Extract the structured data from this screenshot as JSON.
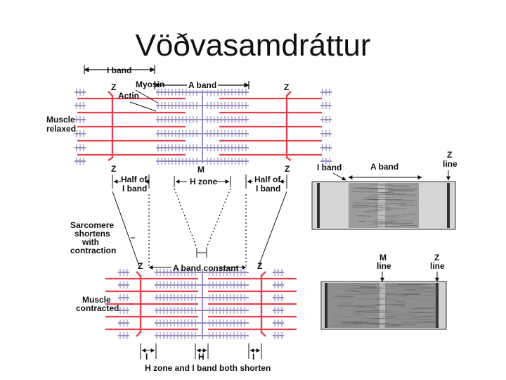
{
  "title": "Vöðvasamdráttur",
  "labels": {
    "i_band_top": "I band",
    "myosin": "Myosin",
    "a_band_top": "A band",
    "actin": "Actin",
    "z_left": "Z",
    "z_right": "Z",
    "z_left_bottom": "Z",
    "z_right_bottom": "Z",
    "muscle_relaxed_1": "Muscle",
    "muscle_relaxed_2": "relaxed",
    "m_label": "M",
    "half_i_left_1": "Half of",
    "half_i_left_2": "I band",
    "h_zone": "H zone",
    "half_i_right_1": "Half of",
    "half_i_right_2": "I band",
    "sarc_1": "Sarcomere",
    "sarc_2": "shortens",
    "sarc_3": "with",
    "sarc_4": "contraction",
    "z_contracted_left": "Z",
    "a_band_constant": "A band constant",
    "z_contracted_right": "Z",
    "muscle_contracted_1": "Muscle",
    "muscle_contracted_2": "contracted",
    "i_small_left": "I",
    "h_small": "H",
    "i_small_right": "I",
    "bottom_note": "H zone and I band both shorten",
    "micro_i_band": "I band",
    "micro_a_band": "A band",
    "micro_z_line_1": "Z",
    "micro_z_line_2": "line",
    "micro_m_line_1": "M",
    "micro_m_line_2": "line",
    "micro_z2_line_1": "Z",
    "micro_z2_line_2": "line"
  },
  "colors": {
    "actin": "#e0434f",
    "myosin": "#9a8cc0",
    "z_disc": "#e0434f",
    "ink": "#111111"
  }
}
